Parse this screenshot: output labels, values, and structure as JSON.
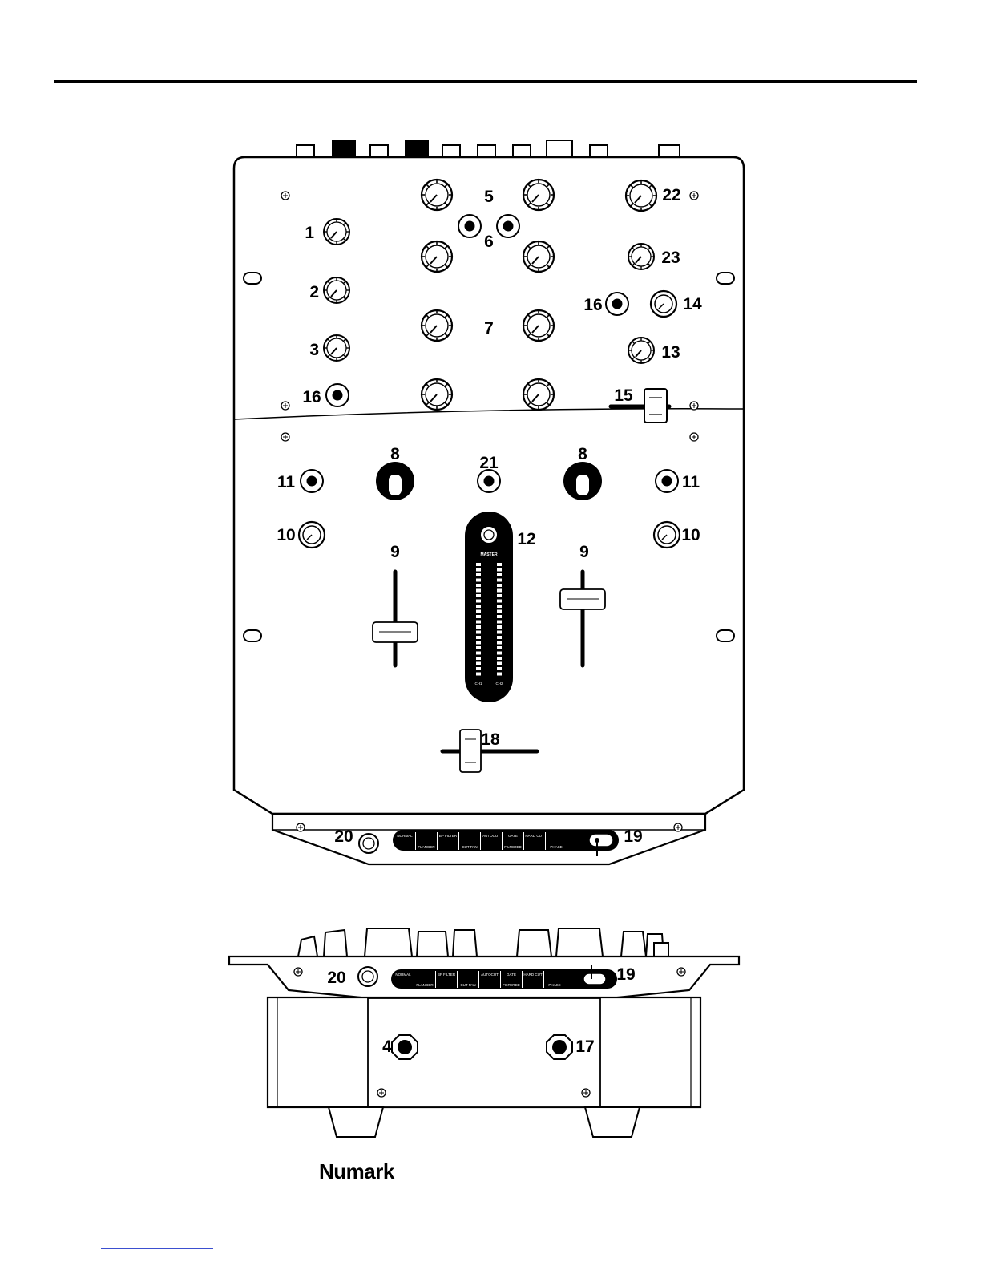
{
  "brand": "Numark",
  "top_view": {
    "callouts": {
      "c1": "1",
      "c2": "2",
      "c3": "3",
      "c5": "5",
      "c6": "6",
      "c7": "7",
      "c8a": "8",
      "c8b": "8",
      "c9a": "9",
      "c9b": "9",
      "c10a": "10",
      "c10b": "10",
      "c11a": "11",
      "c11b": "11",
      "c12": "12",
      "c13": "13",
      "c14": "14",
      "c15": "15",
      "c16a": "16",
      "c16b": "16",
      "c18": "18",
      "c19": "19",
      "c20": "20",
      "c21": "21",
      "c22": "22",
      "c23": "23"
    },
    "meter": {
      "master": "MASTER",
      "ch1": "CH1",
      "ch2": "CH2"
    },
    "effects": {
      "normal": "NORMAL",
      "flanger": "FLANGER",
      "bp_filter": "BP FILTER",
      "cut_pan": "CUT PAN",
      "autocut": "AUTOCUT",
      "gate": "GATE",
      "filtered": "FILTERED",
      "hardcut": "HARD CUT",
      "phase": "PHASE"
    }
  },
  "front_view": {
    "callouts": {
      "c4": "4",
      "c17": "17",
      "c19": "19",
      "c20": "20"
    },
    "effects": {
      "normal": "NORMAL",
      "flanger": "FLANGER",
      "bp_filter": "BP FILTER",
      "cut_pan": "CUT PAN",
      "autocut": "AUTOCUT",
      "gate": "GATE",
      "filtered": "FILTERED",
      "hardcut": "HARD CUT",
      "phase": "PHASE"
    }
  }
}
